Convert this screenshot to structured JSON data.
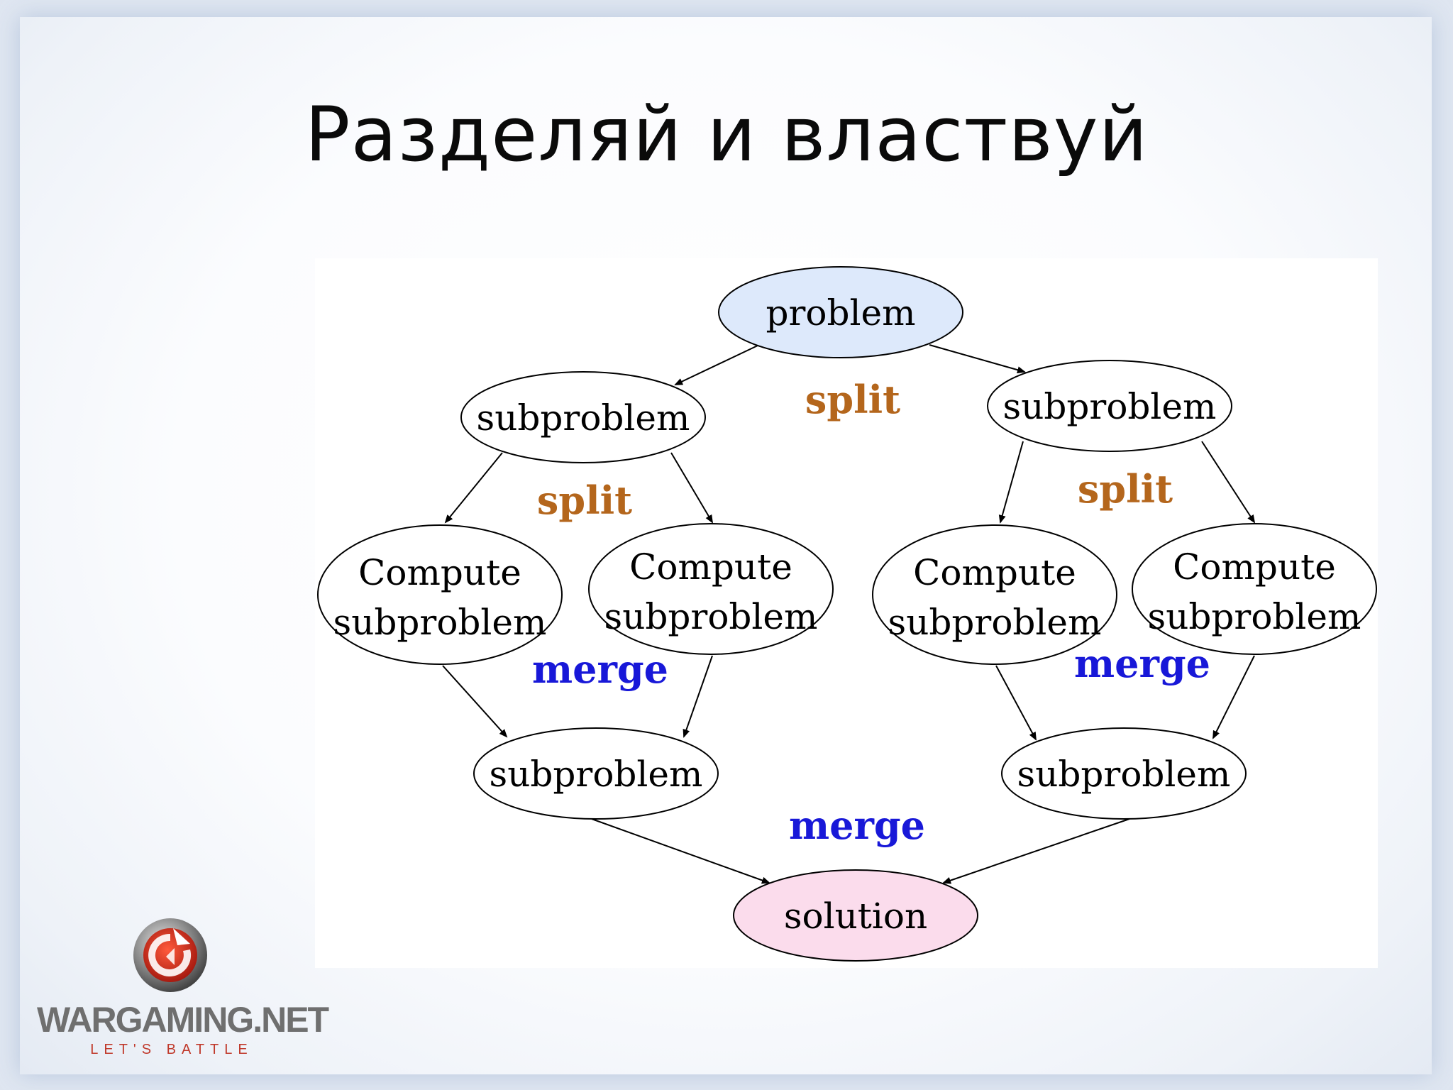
{
  "slide": {
    "title": "Разделяй и властвуй"
  },
  "diagram": {
    "nodes": {
      "problem": "problem",
      "subproblem_left": "subproblem",
      "subproblem_right": "subproblem",
      "compute_1": [
        "Compute",
        "subproblem"
      ],
      "compute_2": [
        "Compute",
        "subproblem"
      ],
      "compute_3": [
        "Compute",
        "subproblem"
      ],
      "compute_4": [
        "Compute",
        "subproblem"
      ],
      "merged_left": "subproblem",
      "merged_right": "subproblem",
      "solution": "solution"
    },
    "labels": {
      "split_top": "split",
      "split_left": "split",
      "split_right": "split",
      "merge_left": "merge",
      "merge_right": "merge",
      "merge_bottom": "merge"
    },
    "colors": {
      "problem_fill": "#dde9fb",
      "solution_fill": "#fbdcec",
      "split_text": "#b4661c",
      "merge_text": "#1818d8"
    }
  },
  "logo": {
    "name": "WARGAMING.NET",
    "tagline": "LET'S BATTLE"
  }
}
